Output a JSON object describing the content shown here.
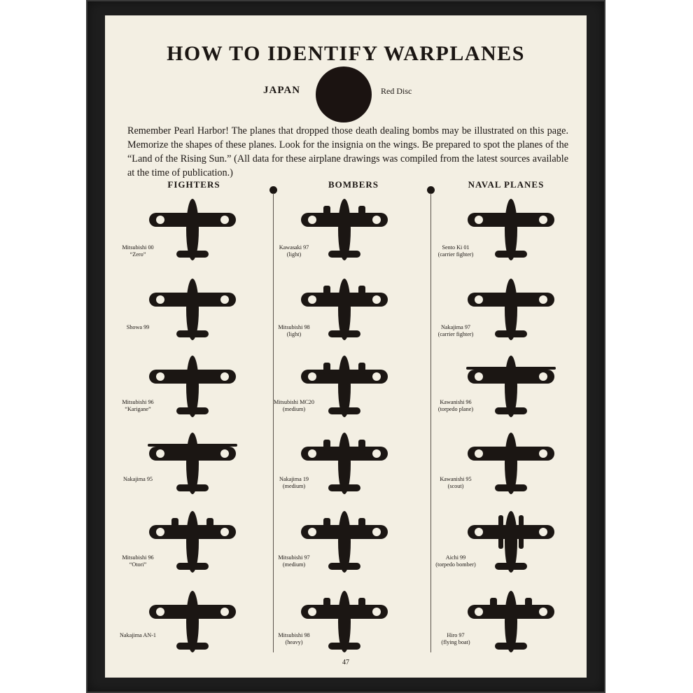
{
  "title": "HOW TO IDENTIFY WARPLANES",
  "insignia": {
    "country": "JAPAN",
    "mark": "Red Disc"
  },
  "intro": "Remember Pearl Harbor!  The planes that dropped those death dealing bombs may be illustrated on this page. Memorize the shapes of these planes. Look for the insignia on the wings. Be prepared to spot the planes of the “Land of the Rising Sun.” (All data for these airplane drawings was compiled from the latest sources available at the time of publication.)",
  "columns": [
    {
      "heading": "FIGHTERS",
      "planes": [
        {
          "lines": [
            "Mitsubishi 00",
            "“Zero”"
          ],
          "icon": "fighter-plane-silhouette"
        },
        {
          "lines": [
            "Showa 99"
          ],
          "icon": "fighter-plane-silhouette"
        },
        {
          "lines": [
            "Mitsubishi 96",
            "“Karigane”"
          ],
          "icon": "fighter-plane-silhouette"
        },
        {
          "lines": [
            "Nakajima 95"
          ],
          "icon": "biplane-silhouette"
        },
        {
          "lines": [
            "Mitsubishi 96",
            "“Otori”"
          ],
          "icon": "twin-engine-plane-silhouette"
        },
        {
          "lines": [
            "Nakajima AN-1"
          ],
          "icon": "fighter-plane-silhouette"
        }
      ]
    },
    {
      "heading": "BOMBERS",
      "planes": [
        {
          "lines": [
            "Kawasaki 97",
            "(light)"
          ],
          "icon": "bomber-silhouette"
        },
        {
          "lines": [
            "Mitsubishi 98",
            "(light)"
          ],
          "icon": "bomber-silhouette"
        },
        {
          "lines": [
            "Mitsubishi MC20",
            "(medium)"
          ],
          "icon": "twin-engine-plane-silhouette"
        },
        {
          "lines": [
            "Nakajima 19",
            "(medium)"
          ],
          "icon": "twin-engine-plane-silhouette"
        },
        {
          "lines": [
            "Mitsubishi 97",
            "(medium)"
          ],
          "icon": "twin-engine-plane-silhouette"
        },
        {
          "lines": [
            "Mitsubishi 98",
            "(heavy)"
          ],
          "icon": "twin-engine-plane-silhouette"
        }
      ]
    },
    {
      "heading": "NAVAL PLANES",
      "planes": [
        {
          "lines": [
            "Sento Ki 01",
            "(carrier fighter)"
          ],
          "icon": "fighter-plane-silhouette"
        },
        {
          "lines": [
            "Nakajima 97",
            "(carrier fighter)"
          ],
          "icon": "fighter-plane-silhouette"
        },
        {
          "lines": [
            "Kawanishi 96",
            "(torpedo plane)"
          ],
          "icon": "biplane-silhouette"
        },
        {
          "lines": [
            "Kawanishi 95",
            "(scout)"
          ],
          "icon": "fighter-plane-silhouette"
        },
        {
          "lines": [
            "Aichi 99",
            "(torpedo bomber)"
          ],
          "icon": "floatplane-silhouette"
        },
        {
          "lines": [
            "Hiro 97",
            "(flying boat)"
          ],
          "icon": "flying-boat-silhouette"
        }
      ]
    }
  ],
  "page_number": "47",
  "colors": {
    "ink": "#1b1613",
    "paper": "#f3efe3",
    "frame": "#1e1e1e",
    "disc": "#1b1311"
  }
}
